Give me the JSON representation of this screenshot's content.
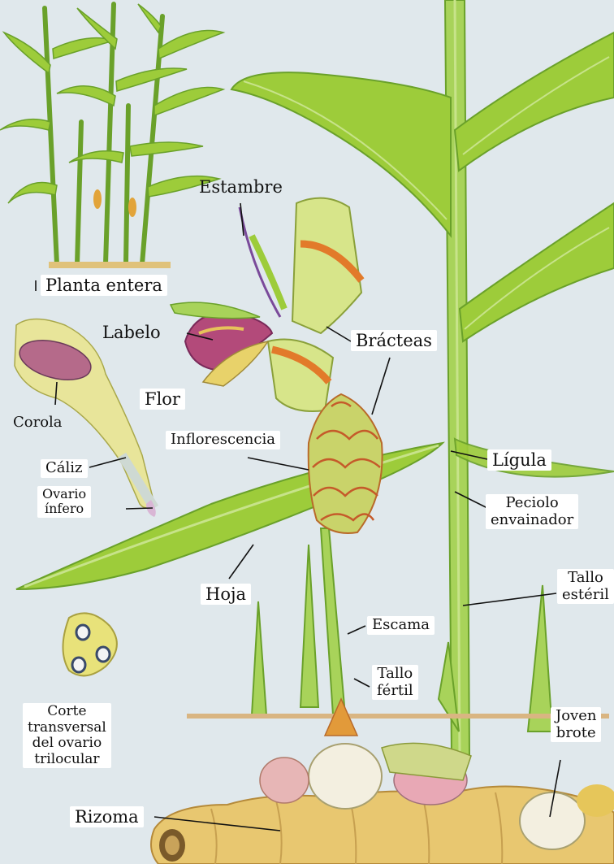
{
  "labels": {
    "estambre": "Estambre",
    "planta_entera": "Planta entera",
    "labelo": "Labelo",
    "bracteas": "Brácteas",
    "flor": "Flor",
    "corola": "Corola",
    "inflorescencia": "Inflorescencia",
    "caliz": "Cáliz",
    "ligula": "Lígula",
    "ovario_infero": [
      "Ovario",
      "ínfero"
    ],
    "peciolo_envainador": [
      "Peciolo",
      "envainador"
    ],
    "hoja": "Hoja",
    "tallo_esteril": [
      "Tallo",
      "estéril"
    ],
    "escama": "Escama",
    "tallo_fertil": [
      "Tallo",
      "fértil"
    ],
    "corte_transversal": [
      "Corte",
      "transversal",
      "del ovario",
      "trilocular"
    ],
    "joven_brote": [
      "Joven",
      "brote"
    ],
    "rizoma": "Rizoma"
  },
  "colors": {
    "background": "#dde6ec",
    "leaf": "#9dcc3a",
    "leaf_dark": "#6aa12a",
    "stem": "#a8d35a",
    "rhizome": "#e8c770",
    "flower_purple": "#9b3a6b",
    "bract_orange": "#e27a2a"
  }
}
